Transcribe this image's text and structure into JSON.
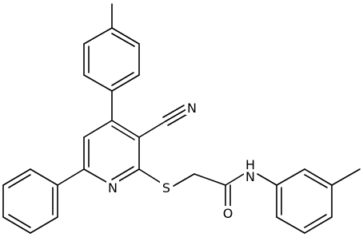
{
  "molecule": {
    "atom_labels": {
      "nitrile_n": "N",
      "ring_n": "N",
      "sulfur": "S",
      "amide_nh": "N",
      "amide_h": "H",
      "carbonyl_o": "O"
    }
  },
  "colors": {
    "bond": "#000000",
    "label": "#000000",
    "background": "#ffffff"
  }
}
